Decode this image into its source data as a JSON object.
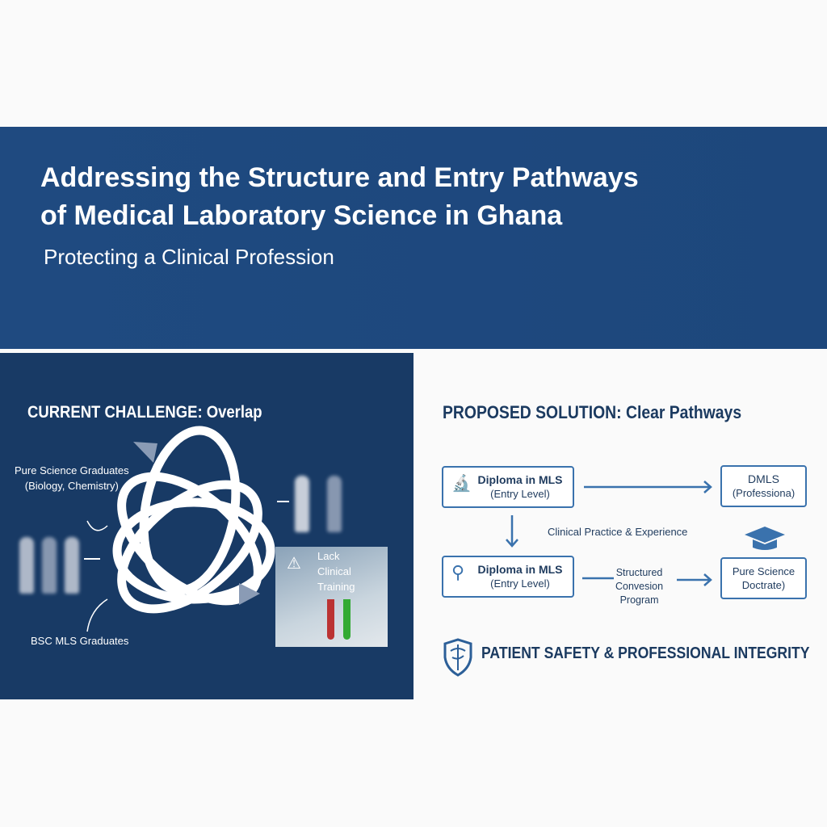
{
  "header": {
    "title_line1": "Addressing the Structure and Entry Pathways",
    "title_line2": "of Medical Laboratory Science in Ghana",
    "subtitle": "Protecting a Clinical Profession"
  },
  "challenge": {
    "heading": "CURRENT CHALLENGE: Overlap",
    "pure_science_line1": "Pure Science Graduates",
    "pure_science_line2": "(Biology, Chemistry)",
    "bsc": "BSC MLS Graduates",
    "warning_line1": "Lack",
    "warning_line2": "Clinical Training"
  },
  "solution": {
    "heading": "PROPOSED SOLUTION: Clear Pathways",
    "box1": {
      "title": "Diploma in MLS",
      "sub": "(Entry Level)"
    },
    "box2": {
      "title": "DMLS",
      "sub": "(Professiona)"
    },
    "box3": {
      "title": "Diploma in MLS",
      "sub": "(Entry Level)"
    },
    "box4": {
      "line1": "Pure Science",
      "line2": "Doctrate)"
    },
    "clinical": "Clinical Practice & Experience",
    "conv1": "Structured",
    "conv2": "Convesion",
    "conv3": "Program",
    "safety": "PATIENT SAFETY & PROFESSIONAL INTEGRITY"
  },
  "colors": {
    "banner": "#1f4a80",
    "panel": "#183a65",
    "accent": "#3a72ad",
    "text": "#1b3a60"
  }
}
